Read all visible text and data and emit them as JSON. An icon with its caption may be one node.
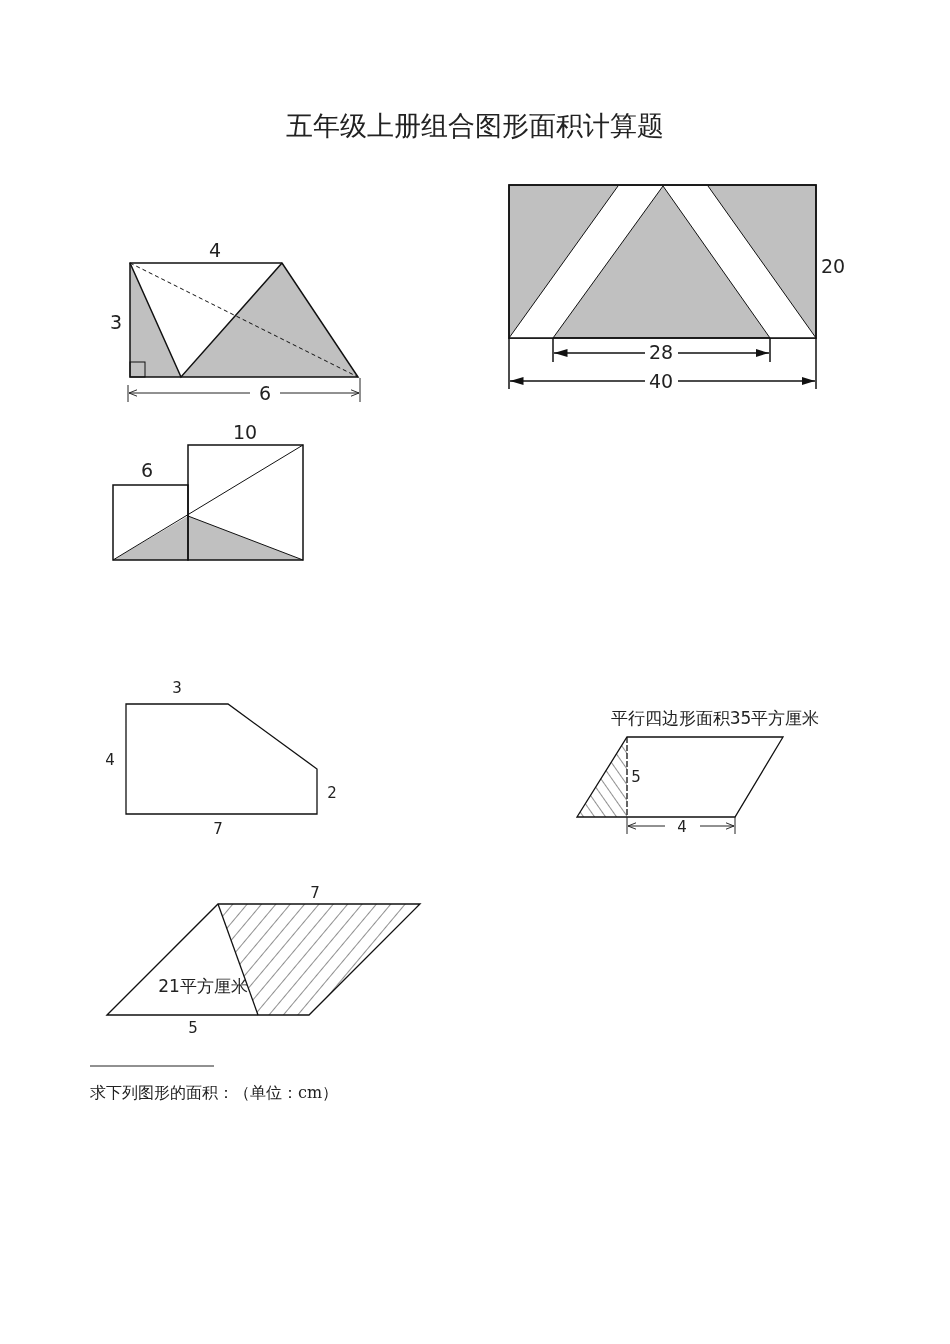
{
  "diagram": {
    "title": "五年级上册组合图形面积计算题",
    "labels": [
      "4",
      "3",
      "6",
      "20",
      "28",
      "40",
      "10",
      "6",
      "3",
      "4",
      "2",
      "7",
      "平行四边形面积35平方厘米",
      "5",
      "4",
      "7",
      "21平方厘米",
      "5",
      "求下列图形的面积：（单位：cm）"
    ]
  }
}
